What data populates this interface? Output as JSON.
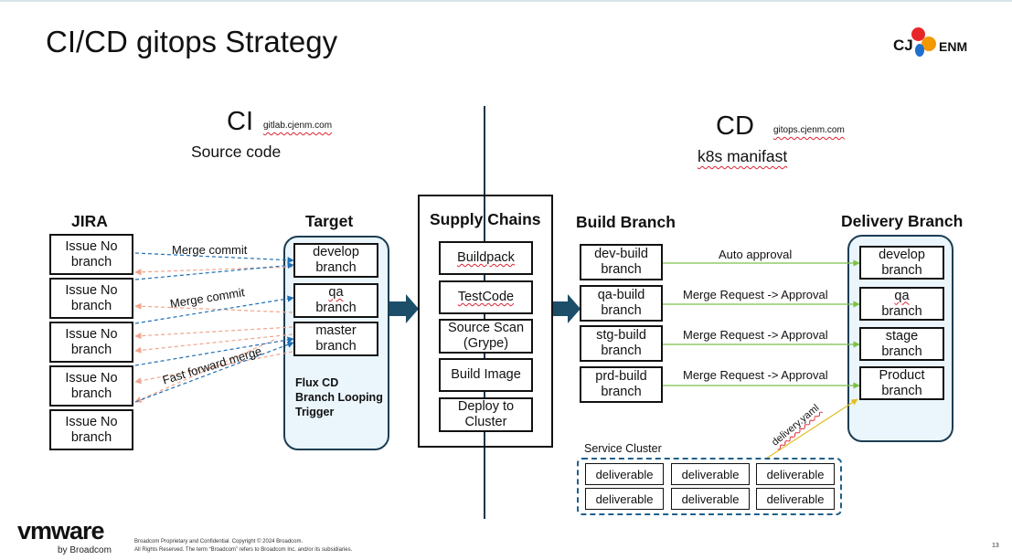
{
  "title": "CI/CD gitops Strategy",
  "logo": {
    "text": "CJ",
    "text2": "ENM",
    "colors": [
      "#e8262a",
      "#f39800",
      "#1f6fce"
    ]
  },
  "ci": {
    "label": "CI",
    "host": "gitlab.cjenm.com",
    "subtitle": "Source code"
  },
  "cd": {
    "label": "CD",
    "host": "gitops.cjenm.com",
    "subtitle": "k8s manifast"
  },
  "jira": {
    "heading": "JIRA",
    "items": [
      "Issue No\nbranch",
      "Issue No\nbranch",
      "Issue No\nbranch",
      "Issue No\nbranch",
      "Issue No\nbranch"
    ]
  },
  "target": {
    "heading": "Target",
    "items": [
      "develop\nbranch",
      "qa\nbranch",
      "master\nbranch"
    ],
    "trigger": "Flux CD\nBranch Looping\nTrigger"
  },
  "merge_labels": [
    "Merge commit",
    "Merge commit",
    "Fast forward merge"
  ],
  "supply": {
    "heading": "Supply Chains",
    "items": [
      "Buildpack",
      "TestCode",
      "Source Scan\n(Grype)",
      "Build Image",
      "Deploy to\nCluster"
    ]
  },
  "build": {
    "heading": "Build Branch",
    "items": [
      "dev-build\nbranch",
      "qa-build\nbranch",
      "stg-build\nbranch",
      "prd-build\nbranch"
    ]
  },
  "approvals": [
    "Auto approval",
    "Merge Request -> Approval",
    "Merge Request -> Approval",
    "Merge Request -> Approval"
  ],
  "delivery": {
    "heading": "Delivery Branch",
    "items": [
      "develop\nbranch",
      "qa\nbranch",
      "stage\nbranch",
      "Product\nbranch"
    ]
  },
  "service_cluster": {
    "label": "Service Cluster",
    "yaml": "delivery.yaml",
    "items": [
      "deliverable",
      "deliverable",
      "deliverable",
      "deliverable",
      "deliverable",
      "deliverable"
    ]
  },
  "footer": {
    "vmware": "vmware",
    "by": "by Broadcom",
    "line1": "Broadcom Proprietary and Confidential. Copyright © 2024 Broadcom.",
    "line2": "All Rights Reserved. The term “Broadcom” refers to Broadcom Inc. and/or its subsidiaries.",
    "page": "13"
  },
  "colors": {
    "dash_blue": "#1f6fb5",
    "dash_salmon": "#f0a58c",
    "green": "#7cc04a",
    "arrow_fill": "#1c4e6a",
    "panel_fill": "#eaf5fc"
  }
}
